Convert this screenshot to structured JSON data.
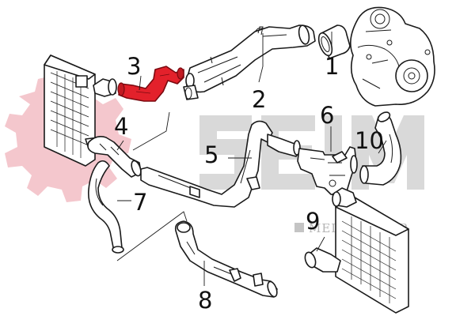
{
  "diagram": {
    "callouts": [
      {
        "id": "1",
        "label": "1"
      },
      {
        "id": "2",
        "label": "2"
      },
      {
        "id": "3",
        "label": "3"
      },
      {
        "id": "4",
        "label": "4"
      },
      {
        "id": "5",
        "label": "5"
      },
      {
        "id": "6",
        "label": "6"
      },
      {
        "id": "7",
        "label": "7"
      },
      {
        "id": "8",
        "label": "8"
      },
      {
        "id": "9",
        "label": "9"
      },
      {
        "id": "10",
        "label": "10"
      }
    ],
    "highlighted_part": "3",
    "watermark": {
      "brand": "SEIM",
      "tagline": "MEILLOUTIER"
    }
  },
  "colors": {
    "highlight": "#e3212b",
    "highlight_stroke": "#7a0a10",
    "watermark_gear": "#f4c7cd",
    "watermark_text": "#d9d9d9",
    "line": "#1a1a1a"
  }
}
